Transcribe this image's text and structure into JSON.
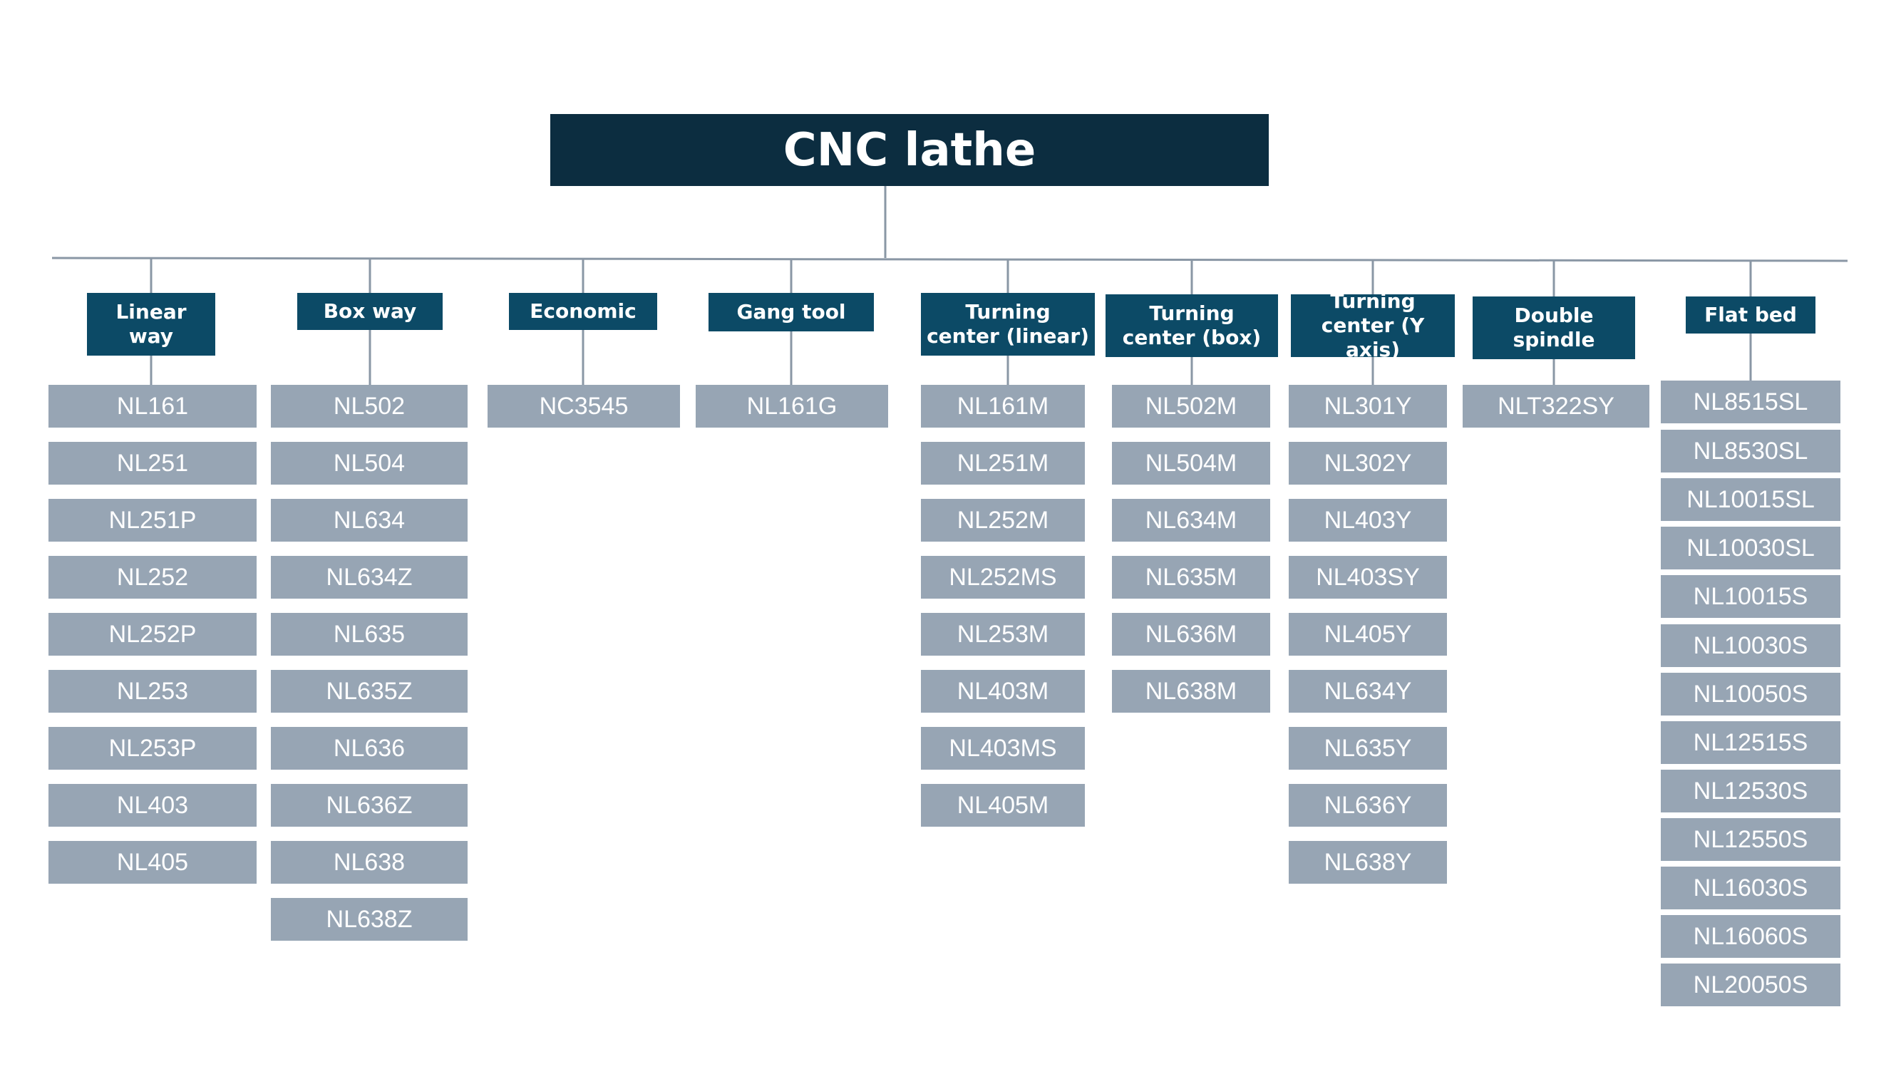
{
  "colors": {
    "root_fill": "#0c2d40",
    "category_fill": "#0c4a66",
    "item_fill": "#97a5b4",
    "connector": "#8a97a5"
  },
  "root": {
    "label": "CNC lathe"
  },
  "categories": [
    {
      "label": "Linear\nway",
      "items": [
        "NL161",
        "NL251",
        "NL251P",
        "NL252",
        "NL252P",
        "NL253",
        "NL253P",
        "NL403",
        "NL405"
      ]
    },
    {
      "label": "Box way",
      "items": [
        "NL502",
        "NL504",
        "NL634",
        "NL634Z",
        "NL635",
        "NL635Z",
        "NL636",
        "NL636Z",
        "NL638",
        "NL638Z"
      ]
    },
    {
      "label": "Economic",
      "items": [
        "NC3545"
      ]
    },
    {
      "label": "Gang tool",
      "items": [
        "NL161G"
      ]
    },
    {
      "label": "Turning\ncenter (linear)",
      "items": [
        "NL161M",
        "NL251M",
        "NL252M",
        "NL252MS",
        "NL253M",
        "NL403M",
        "NL403MS",
        "NL405M"
      ]
    },
    {
      "label": "Turning\ncenter (box)",
      "items": [
        "NL502M",
        "NL504M",
        "NL634M",
        "NL635M",
        "NL636M",
        "NL638M"
      ]
    },
    {
      "label": "Turning\ncenter (Y axis)",
      "items": [
        "NL301Y",
        "NL302Y",
        "NL403Y",
        "NL403SY",
        "NL405Y",
        "NL634Y",
        "NL635Y",
        "NL636Y",
        "NL638Y"
      ]
    },
    {
      "label": "Double\nspindle",
      "items": [
        "NLT322SY"
      ]
    },
    {
      "label": "Flat bed",
      "items": [
        "NL8515SL",
        "NL8530SL",
        "NL10015SL",
        "NL10030SL",
        "NL10015S",
        "NL10030S",
        "NL10050S",
        "NL12515S",
        "NL12530S",
        "NL12550S",
        "NL16030S",
        "NL16060S",
        "NL20050S"
      ]
    }
  ]
}
